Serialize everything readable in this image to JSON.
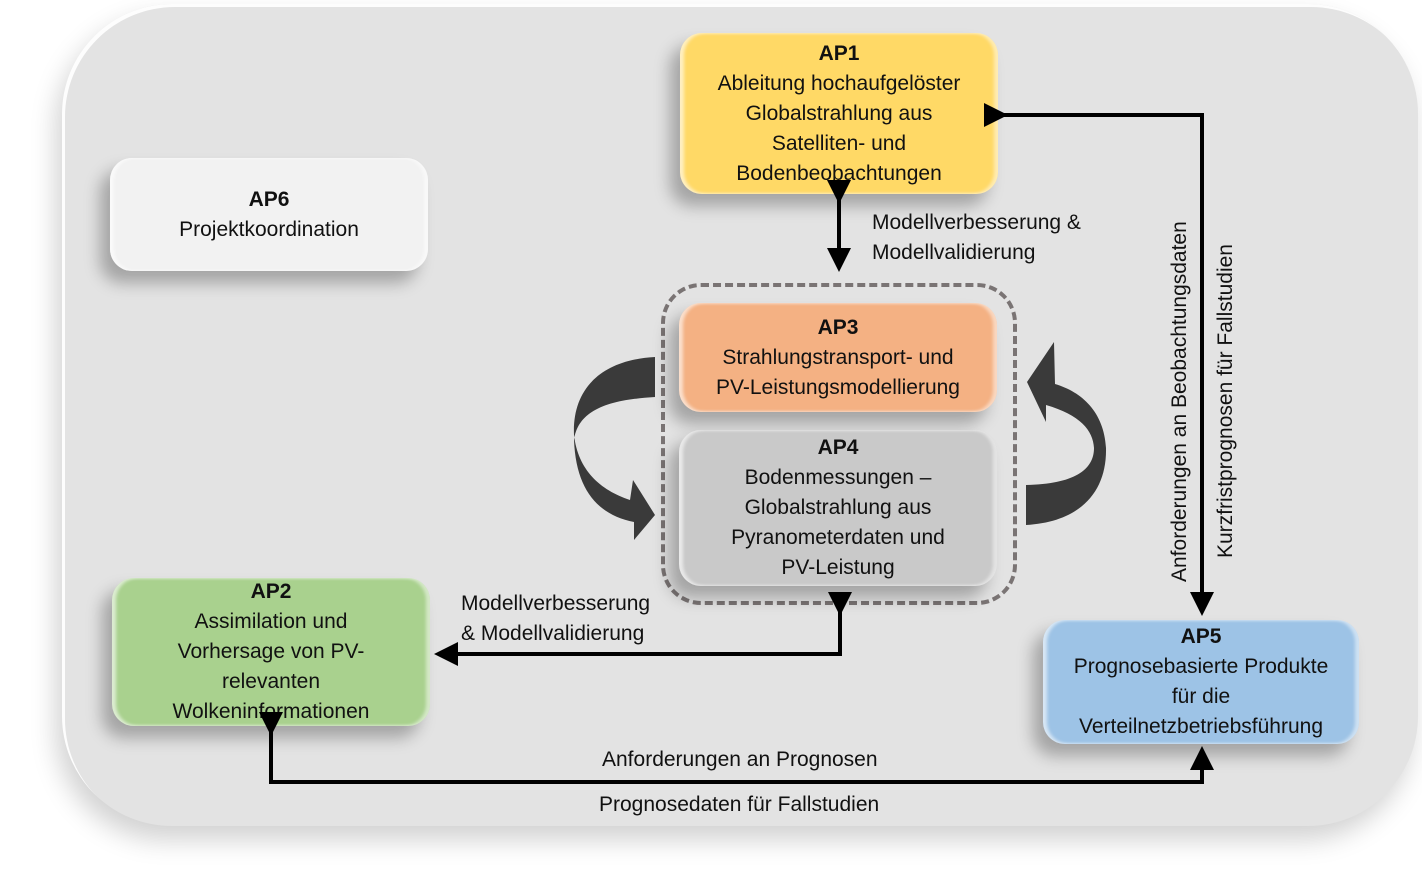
{
  "boxes": {
    "ap1": {
      "title": "AP1",
      "lines": [
        "Ableitung hochaufgelöster",
        "Globalstrahlung aus",
        "Satelliten- und",
        "Bodenbeobachtungen"
      ],
      "color": "#ffd966"
    },
    "ap2": {
      "title": "AP2",
      "lines": [
        "Assimilation und",
        "Vorhersage von PV-",
        "relevanten",
        "Wolkeninformationen"
      ],
      "color": "#a9d18e"
    },
    "ap3": {
      "title": "AP3",
      "lines": [
        "Strahlungstransport- und",
        "PV-Leistungsmodellierung"
      ],
      "color": "#f4b183"
    },
    "ap4": {
      "title": "AP4",
      "lines": [
        "Bodenmessungen –",
        "Globalstrahlung aus",
        "Pyranometerdaten und",
        "PV-Leistung"
      ],
      "color": "#c9c9c9"
    },
    "ap5": {
      "title": "AP5",
      "lines": [
        "Prognosebasierte Produkte",
        "für die",
        "Verteilnetzbetriebsführung"
      ],
      "color": "#9dc3e6"
    },
    "ap6": {
      "title": "AP6",
      "lines": [
        "Projektkoordination"
      ],
      "color": "#f2f2f2"
    }
  },
  "connectors": {
    "ap1_ap34": [
      "Modellverbesserung &",
      "Modellvalidierung"
    ],
    "ap34_ap2": [
      "Modellverbesserung",
      "& Modellvalidierung"
    ],
    "ap1_ap5_left": "Anforderungen an Beobachtungsdaten",
    "ap1_ap5_right": "Kurzfristprognosen für Fallstudien",
    "ap2_ap5_top": "Anforderungen an Prognosen",
    "ap2_ap5_bottom": "Prognosedaten für Fallstudien"
  }
}
